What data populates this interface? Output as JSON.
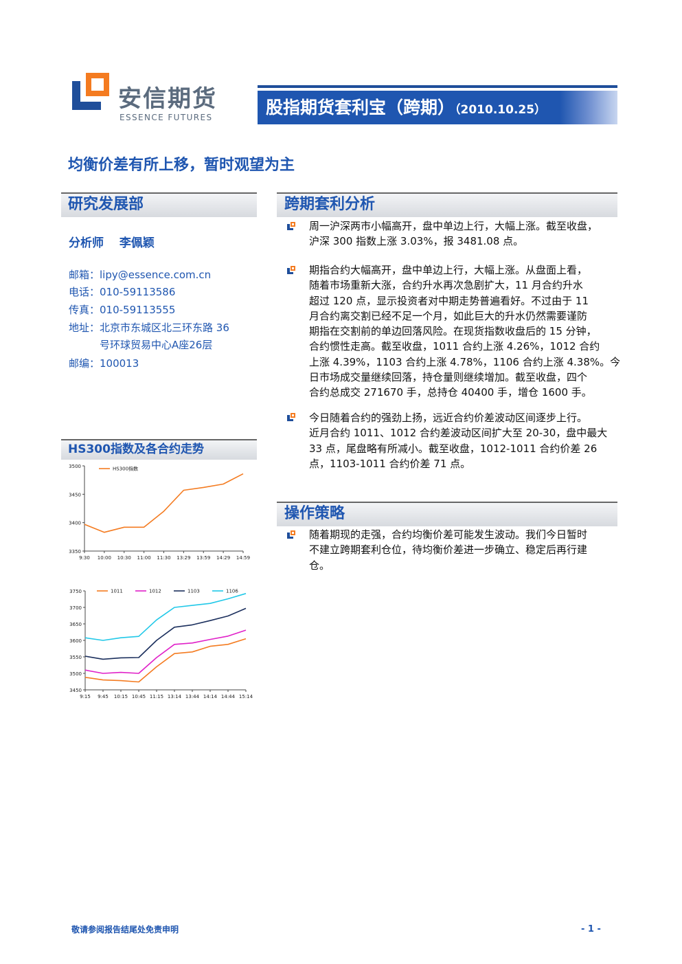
{
  "brand": {
    "name_cn": "安信期货",
    "name_en": "ESSENCE FUTURES"
  },
  "header": {
    "title": "股指期货套利宝（跨期）",
    "date": "（2010.10.25）"
  },
  "headline": "均衡价差有所上移，暂时观望为主",
  "left": {
    "section_title": "研究发展部",
    "analyst": "分析师　 李佩颖",
    "contact": [
      "邮箱：lipy@essence.com.cn",
      "电话：010-59113586",
      "传真：010-59113555",
      "地址：北京市东城区北三环东路 36",
      "　　　号环球贸易中心A座26层",
      "邮编：100013"
    ],
    "chart_section_title": "HS300指数及各合约走势"
  },
  "right": {
    "section1_title": "跨期套利分析",
    "paragraphs": [
      [
        "周一沪深两市小幅高开，盘中单边上行，大幅上涨。截至收盘，",
        "沪深 300 指数上涨 3.03%，报 3481.08 点。"
      ],
      [
        "期指合约大幅高开，盘中单边上行，大幅上涨。从盘面上看，",
        "随着市场重新大涨，合约升水再次急剧扩大，11 月合约升水",
        "超过 120 点，显示投资者对中期走势普遍看好。不过由于 11",
        "月合约离交割已经不足一个月，如此巨大的升水仍然需要谨防",
        "期指在交割前的单边回落风险。在现货指数收盘后的 15 分钟，",
        "合约惯性走高。截至收盘，1011 合约上涨 4.26%，1012 合约",
        "上涨 4.39%，1103 合约上涨 4.78%，1106 合约上涨 4.38%。今",
        "日市场成交量继续回落，持仓量则继续增加。截至收盘，四个",
        "合约总成交 271670 手，总持仓 40400 手，增仓 1600 手。"
      ],
      [
        "今日随着合约的强劲上扬，远近合约价差波动区间逐步上行。",
        "近月合约 1011、1012 合约差波动区间扩大至 20-30，盘中最大",
        "33 点，尾盘略有所减小。截至收盘，1012-1011 合约价差 26",
        "点，1103-1011 合约价差 71 点。"
      ]
    ],
    "section2_title": "操作策略",
    "strategy": [
      "随着期现的走强，合约均衡价差可能发生波动。我们今日暂时",
      "不建立跨期套利仓位，待均衡价差进一步确立、稳定后再行建",
      "仓。"
    ]
  },
  "footer": {
    "disclaimer": "敬请参阅报告结尾处免责申明",
    "page": "- 1 -"
  },
  "colors": {
    "brand_blue": "#1f56b0",
    "orange": "#f47b20",
    "magenta": "#e020c8",
    "navy": "#1a2e5c",
    "cyan": "#20c8e8"
  },
  "chart_data": [
    {
      "type": "line",
      "categories": [
        "9:30",
        "10:00",
        "10:30",
        "11:00",
        "11:30",
        "13:29",
        "13:59",
        "14:29",
        "14:59"
      ],
      "ylim": [
        3350,
        3500
      ],
      "yticks": [
        3350,
        3400,
        3450,
        3500
      ],
      "grid": false,
      "legend": "top-left",
      "series": [
        {
          "name": "HS300指数",
          "color": "#f47b20",
          "values": [
            3397,
            3383,
            3392,
            3392,
            3420,
            3457,
            3462,
            3468,
            3486
          ]
        }
      ]
    },
    {
      "type": "line",
      "categories": [
        "9:15",
        "9:45",
        "10:15",
        "10:45",
        "11:15",
        "13:14",
        "13:44",
        "14:14",
        "14:44",
        "15:14"
      ],
      "ylim": [
        3450,
        3750
      ],
      "yticks": [
        3450,
        3500,
        3550,
        3600,
        3650,
        3700,
        3750
      ],
      "grid": false,
      "legend": "top",
      "series": [
        {
          "name": "1011",
          "color": "#f47b20",
          "values": [
            3488,
            3480,
            3478,
            3474,
            3520,
            3560,
            3565,
            3582,
            3588,
            3605
          ]
        },
        {
          "name": "1012",
          "color": "#e020c8",
          "values": [
            3510,
            3500,
            3503,
            3500,
            3548,
            3588,
            3592,
            3603,
            3613,
            3631
          ]
        },
        {
          "name": "1103",
          "color": "#1a2e5c",
          "values": [
            3552,
            3543,
            3547,
            3548,
            3600,
            3640,
            3647,
            3660,
            3674,
            3697
          ]
        },
        {
          "name": "1106",
          "color": "#20c8e8",
          "values": [
            3608,
            3600,
            3608,
            3612,
            3662,
            3700,
            3706,
            3712,
            3726,
            3742
          ]
        }
      ]
    }
  ]
}
